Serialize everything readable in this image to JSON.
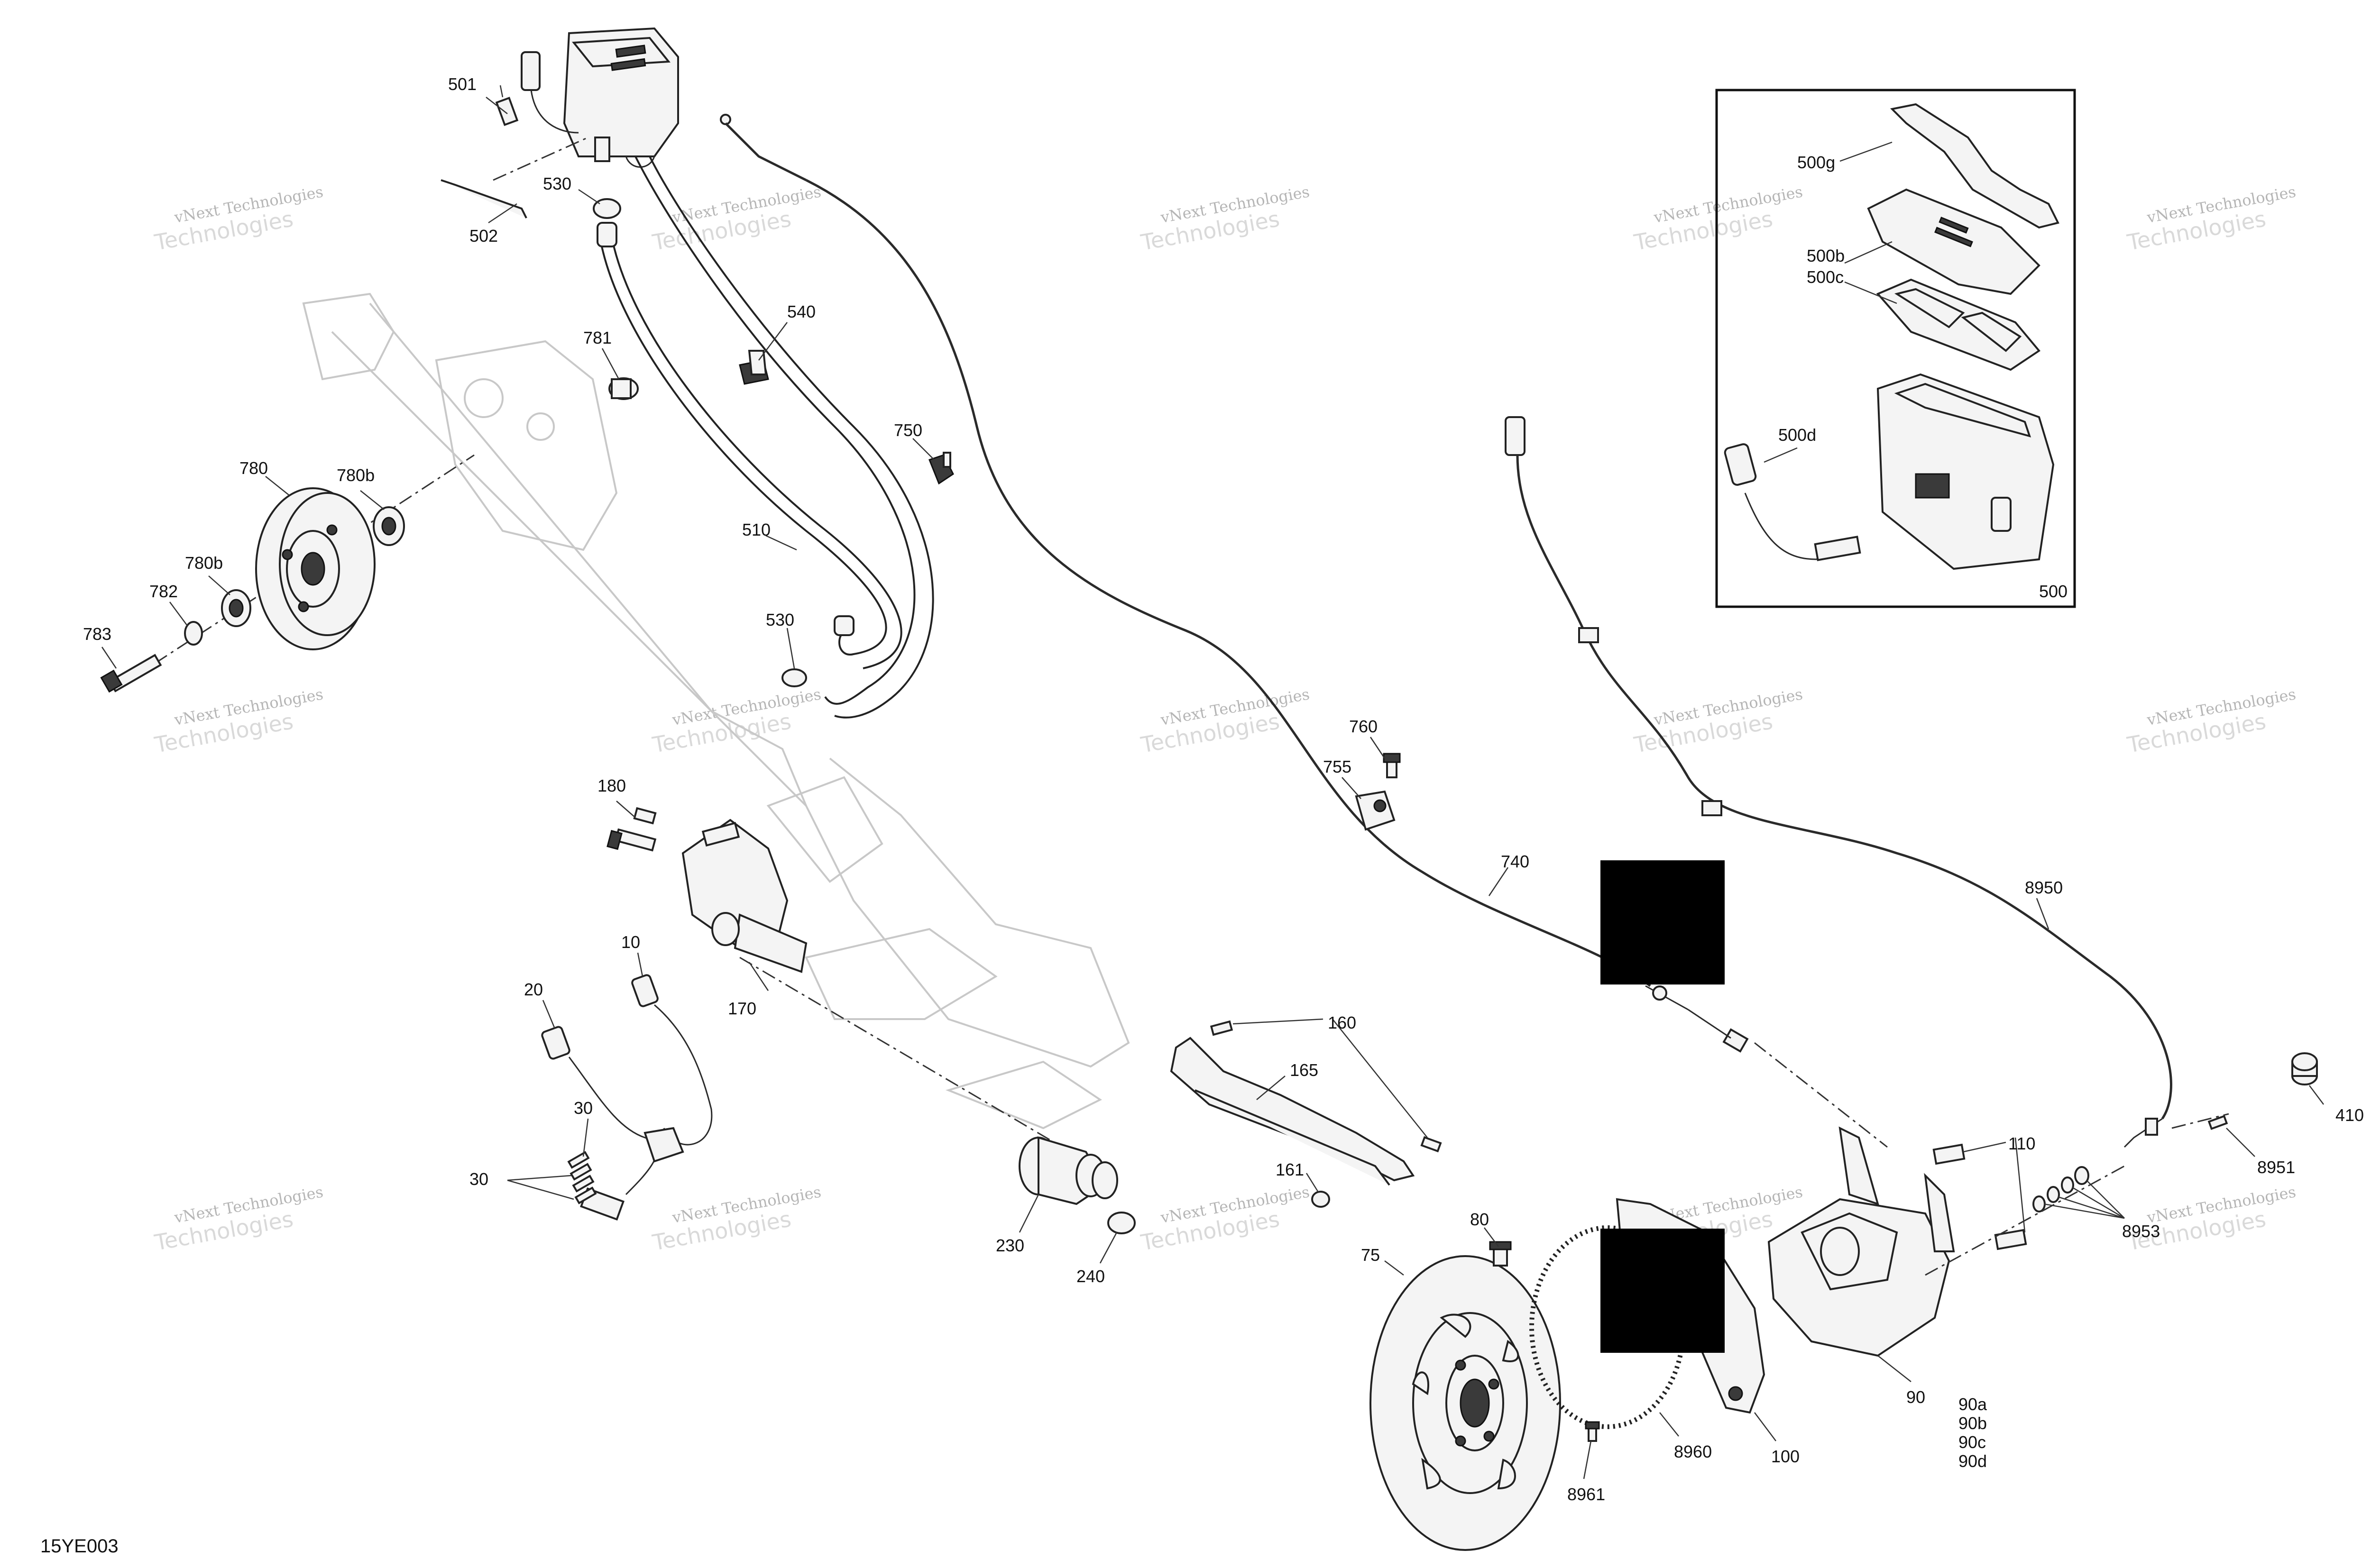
{
  "drawing_code": "15YE003",
  "watermark": {
    "line1": "vNext Technologies",
    "line2": "Technologies"
  },
  "labels": [
    {
      "id": "501",
      "text": "501"
    },
    {
      "id": "502",
      "text": "502"
    },
    {
      "id": "530a",
      "text": "530"
    },
    {
      "id": "540",
      "text": "540"
    },
    {
      "id": "510",
      "text": "510"
    },
    {
      "id": "530b",
      "text": "530"
    },
    {
      "id": "781",
      "text": "781"
    },
    {
      "id": "780",
      "text": "780"
    },
    {
      "id": "780b-top",
      "text": "780b"
    },
    {
      "id": "780b-left",
      "text": "780b"
    },
    {
      "id": "782",
      "text": "782"
    },
    {
      "id": "783",
      "text": "783"
    },
    {
      "id": "750",
      "text": "750"
    },
    {
      "id": "760",
      "text": "760"
    },
    {
      "id": "755",
      "text": "755"
    },
    {
      "id": "740",
      "text": "740"
    },
    {
      "id": "180",
      "text": "180"
    },
    {
      "id": "10",
      "text": "10"
    },
    {
      "id": "170",
      "text": "170"
    },
    {
      "id": "20",
      "text": "20"
    },
    {
      "id": "30a",
      "text": "30"
    },
    {
      "id": "30b",
      "text": "30"
    },
    {
      "id": "230",
      "text": "230"
    },
    {
      "id": "240",
      "text": "240"
    },
    {
      "id": "160",
      "text": "160"
    },
    {
      "id": "165",
      "text": "165"
    },
    {
      "id": "161",
      "text": "161"
    },
    {
      "id": "80",
      "text": "80"
    },
    {
      "id": "75",
      "text": "75"
    },
    {
      "id": "8961",
      "text": "8961"
    },
    {
      "id": "8960",
      "text": "8960"
    },
    {
      "id": "100",
      "text": "100"
    },
    {
      "id": "90",
      "text": "90"
    },
    {
      "id": "90a",
      "text": "90a"
    },
    {
      "id": "90b",
      "text": "90b"
    },
    {
      "id": "90c",
      "text": "90c"
    },
    {
      "id": "90d",
      "text": "90d"
    },
    {
      "id": "110",
      "text": "110"
    },
    {
      "id": "8950",
      "text": "8950"
    },
    {
      "id": "410",
      "text": "410"
    },
    {
      "id": "8951",
      "text": "8951"
    },
    {
      "id": "8953",
      "text": "8953"
    },
    {
      "id": "500g",
      "text": "500g"
    },
    {
      "id": "500b",
      "text": "500b"
    },
    {
      "id": "500c",
      "text": "500c"
    },
    {
      "id": "500d",
      "text": "500d"
    },
    {
      "id": "500",
      "text": "500"
    }
  ]
}
